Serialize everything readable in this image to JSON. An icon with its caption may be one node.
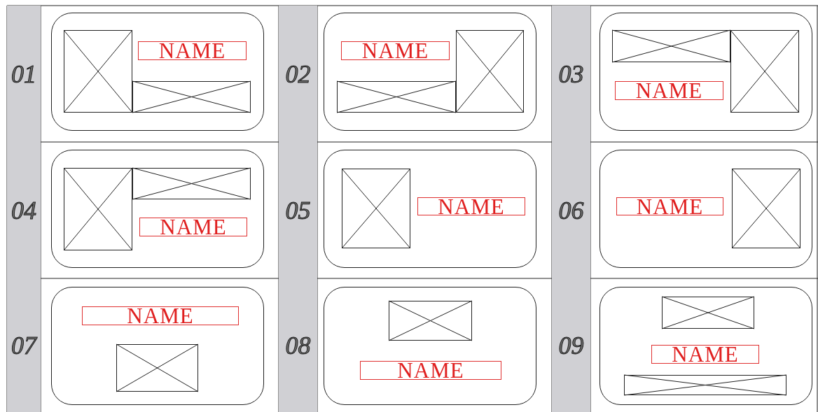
{
  "diagram": {
    "nodes": [
      {
        "text": [
          "01"
        ]
      },
      {
        "text": [],
        "shape": "box"
      },
      {
        "text": [
          "NAME"
        ],
        "in": 1
      },
      {
        "text": [
          "02"
        ]
      },
      {
        "text": [],
        "shape": "box"
      },
      {
        "text": [
          "NAME"
        ],
        "in": 4
      },
      {
        "text": [
          "03"
        ]
      },
      {
        "text": [],
        "shape": "box"
      },
      {
        "text": [
          "NAME"
        ],
        "in": 7
      },
      {
        "text": [
          "04"
        ]
      },
      {
        "text": [],
        "shape": "box"
      },
      {
        "text": [
          "NAME"
        ],
        "in": 10
      },
      {
        "text": [
          "05"
        ]
      },
      {
        "text": [],
        "shape": "box"
      },
      {
        "text": [
          "NAME"
        ],
        "in": 13
      },
      {
        "text": [
          "06"
        ]
      },
      {
        "text": [],
        "shape": "box"
      },
      {
        "text": [
          "NAME"
        ],
        "in": 16
      },
      {
        "text": [
          "07"
        ]
      },
      {
        "text": [],
        "shape": "box"
      },
      {
        "text": [
          "NAME"
        ],
        "in": 19
      },
      {
        "text": [
          "08"
        ]
      },
      {
        "text": [],
        "shape": "box"
      },
      {
        "text": [
          "NAME"
        ],
        "in": 22
      },
      {
        "text": [
          "09"
        ]
      },
      {
        "text": [],
        "shape": "box"
      },
      {
        "text": [
          "NAME"
        ],
        "in": 25
      }
    ]
  }
}
